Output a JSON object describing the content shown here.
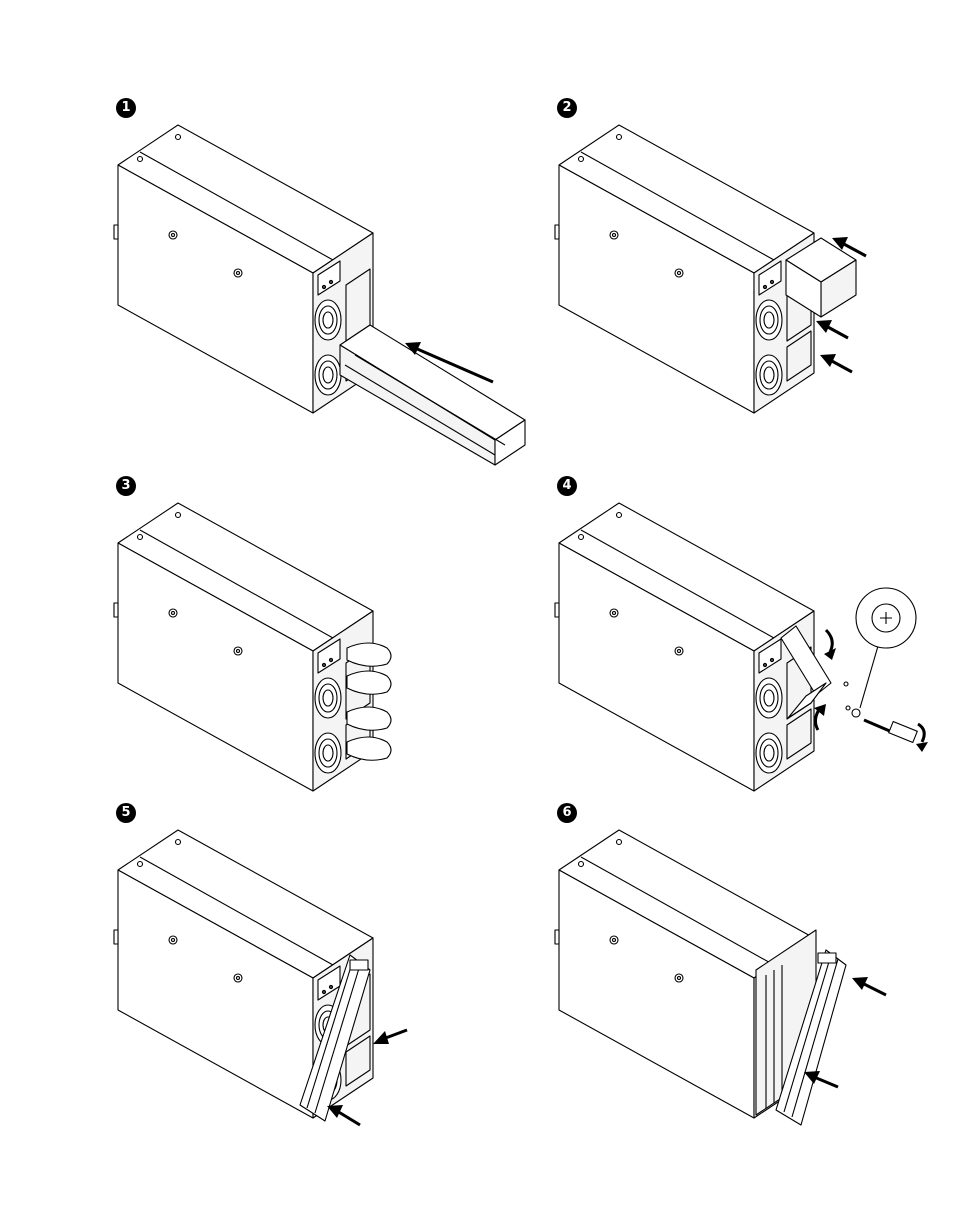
{
  "steps": [
    {
      "number": "1",
      "action": "slide-battery-in"
    },
    {
      "number": "2",
      "action": "insert-battery-modules"
    },
    {
      "number": "3",
      "action": "connect-battery-connectors"
    },
    {
      "number": "4",
      "action": "attach-bracket-with-screws"
    },
    {
      "number": "5",
      "action": "attach-front-bezel-lower"
    },
    {
      "number": "6",
      "action": "attach-front-bezel-full"
    }
  ],
  "colors": {
    "line": "#000000",
    "background": "#ffffff"
  },
  "icons": [
    "arrow-icon",
    "hand-icon",
    "screw-icon",
    "screwdriver-icon",
    "rotate-arrow-icon",
    "magnifier-callout-icon"
  ]
}
